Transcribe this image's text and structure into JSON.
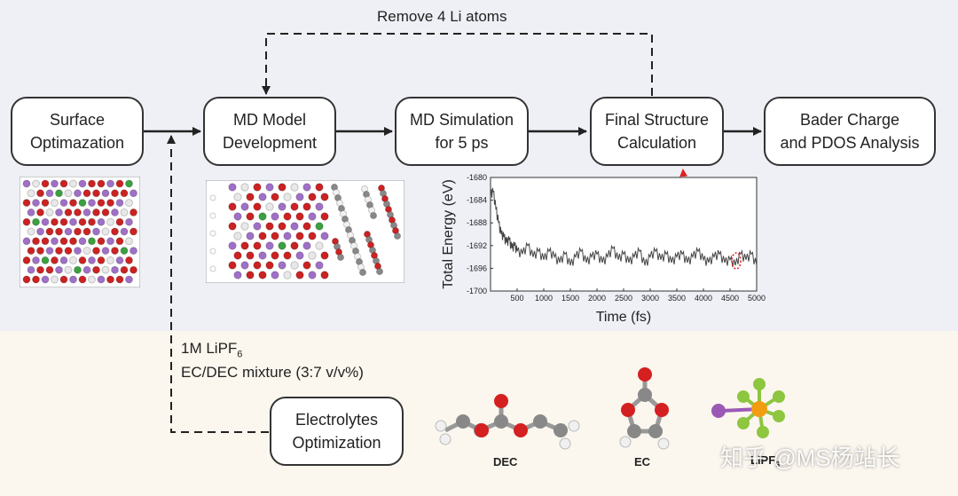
{
  "top_label": "Remove 4 Li atoms",
  "boxes": {
    "surface": "Surface\nOptimazation",
    "md_model": "MD Model\nDevelopment",
    "md_sim": "MD Simulation\nfor 5 ps",
    "final": "Final Structure\nCalculation",
    "bader": "Bader Charge\nand PDOS Analysis",
    "electrolytes": "Electrolytes\nOptimization"
  },
  "electrolyte_text": {
    "line1_main": "1M LiPF",
    "line1_sub": "6",
    "line2": "EC/DEC mixture (3:7 v/v%)"
  },
  "molecules": {
    "dec": "DEC",
    "ec": "EC",
    "lipf6_main": "LiPF",
    "lipf6_sub": "6"
  },
  "watermark": "知乎 @MS杨站长",
  "colors": {
    "arrow": "#222222",
    "highlight": "#e02020",
    "oxygen": "#d42020",
    "carbon": "#888888",
    "hydrogen": "#f0f0f0",
    "lithium": "#9b59b6",
    "fluorine": "#8dc63f",
    "phosphorus": "#f39c12"
  },
  "chart_data": {
    "type": "line",
    "xlabel": "Time (fs)",
    "ylabel": "Total Energy (eV)",
    "xlim": [
      0,
      5000
    ],
    "ylim": [
      -1700,
      -1680
    ],
    "xticks": [
      500,
      1000,
      1500,
      2000,
      2500,
      3000,
      3500,
      4000,
      4500,
      5000
    ],
    "yticks": [
      -1680,
      -1684,
      -1688,
      -1692,
      -1696,
      -1700
    ],
    "series": [
      {
        "x": [
          0,
          50,
          100,
          150,
          200,
          250,
          300,
          350,
          400,
          450,
          500,
          600,
          700,
          800,
          900,
          1000,
          1100,
          1200,
          1300,
          1400,
          1500,
          1600,
          1700,
          1800,
          1900,
          2000,
          2100,
          2200,
          2300,
          2400,
          2500,
          2600,
          2700,
          2800,
          2900,
          3000,
          3100,
          3200,
          3300,
          3400,
          3500,
          3600,
          3700,
          3800,
          3900,
          4000,
          4100,
          4200,
          4300,
          4400,
          4500,
          4600,
          4700,
          4800,
          4900,
          5000
        ],
        "y": [
          -1683,
          -1682.5,
          -1685.5,
          -1688,
          -1690,
          -1690.5,
          -1691.5,
          -1691,
          -1692.5,
          -1692,
          -1693,
          -1693.5,
          -1692,
          -1694,
          -1693,
          -1694.5,
          -1693,
          -1694,
          -1695,
          -1693.5,
          -1695.5,
          -1694,
          -1693,
          -1695,
          -1694,
          -1693.5,
          -1695,
          -1694,
          -1692.5,
          -1694.5,
          -1693.5,
          -1695,
          -1694,
          -1693,
          -1695.5,
          -1694,
          -1693,
          -1694.5,
          -1693.5,
          -1695,
          -1694,
          -1693.5,
          -1695,
          -1694,
          -1693,
          -1694.5,
          -1695,
          -1694,
          -1693.5,
          -1695,
          -1694.5,
          -1695.5,
          -1693.5,
          -1694.5,
          -1693.5,
          -1695.5
        ]
      }
    ]
  }
}
